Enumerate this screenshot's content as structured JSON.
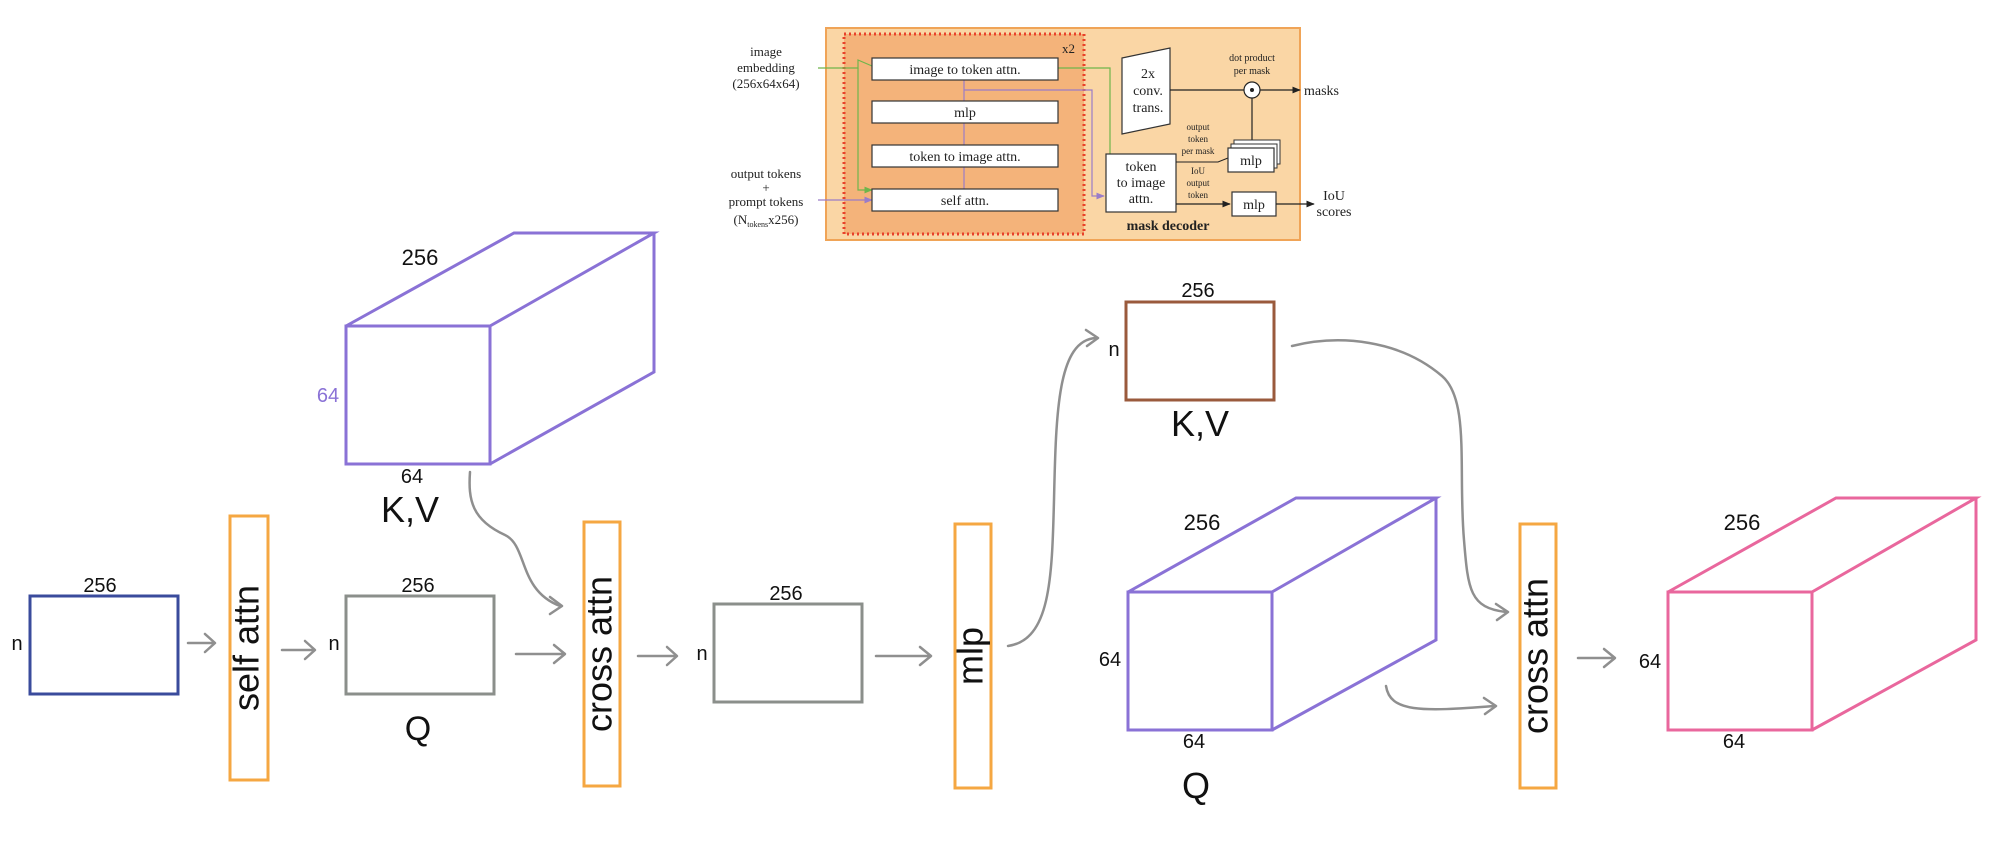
{
  "decoder": {
    "inputs": {
      "image_line1": "image",
      "image_line2": "embedding",
      "image_line3": "(256x64x64)",
      "tokens_line1": "output tokens",
      "tokens_line2": "+",
      "tokens_line3": "prompt tokens",
      "tokens_line4_pre": "(N",
      "tokens_line4_sub": "tokens",
      "tokens_line4_post": "x256)"
    },
    "repeat": "x2",
    "blocks": [
      "image to token attn.",
      "mlp",
      "token to image attn.",
      "self attn."
    ],
    "conv_line1": "2x",
    "conv_line2": "conv.",
    "conv_line3": "trans.",
    "t2i_line1": "token",
    "t2i_line2": "to image",
    "t2i_line3": "attn.",
    "dot_line1": "dot product",
    "dot_line2": "per mask",
    "masks": "masks",
    "out_tok_line1": "output",
    "out_tok_line2": "token",
    "out_tok_line3": "per mask",
    "iou_tok_line1": "IoU",
    "iou_tok_line2": "output",
    "iou_tok_line3": "token",
    "mlp_upper": "mlp",
    "mlp_lower": "mlp",
    "iou_out_line1": "IoU",
    "iou_out_line2": "scores",
    "title": "mask decoder"
  },
  "flow": {
    "input_box": {
      "top": "256",
      "side": "n"
    },
    "self_attn": "self attn",
    "kv1": {
      "top": "256",
      "side": "64",
      "bottom": "64",
      "label": "K,V"
    },
    "q1": {
      "top": "256",
      "side": "n",
      "label": "Q"
    },
    "cross_attn1": "cross attn",
    "mid_box": {
      "top": "256",
      "side": "n"
    },
    "mlp": "mlp",
    "kv2": {
      "top": "256",
      "side": "n",
      "label": "K,V"
    },
    "q2": {
      "top": "256",
      "side": "64",
      "bottom": "64",
      "label": "Q"
    },
    "cross_attn2": "cross attn",
    "out_box": {
      "top": "256",
      "side": "64",
      "bottom": "64"
    }
  },
  "colors": {
    "panel_outer": "#FAD6A5",
    "panel_inner": "#F4B37A",
    "dotted_red": "#E8412A",
    "arrow_green": "#6FB54B",
    "arrow_purple": "#9A7CC8",
    "navy": "#3A4B9C",
    "orange": "#F5A742",
    "gray": "#8B8F8B",
    "purple": "#8A72D6",
    "brown": "#9A5A3C",
    "pink": "#E9679D",
    "arrow_gray": "#8F8F8F"
  }
}
